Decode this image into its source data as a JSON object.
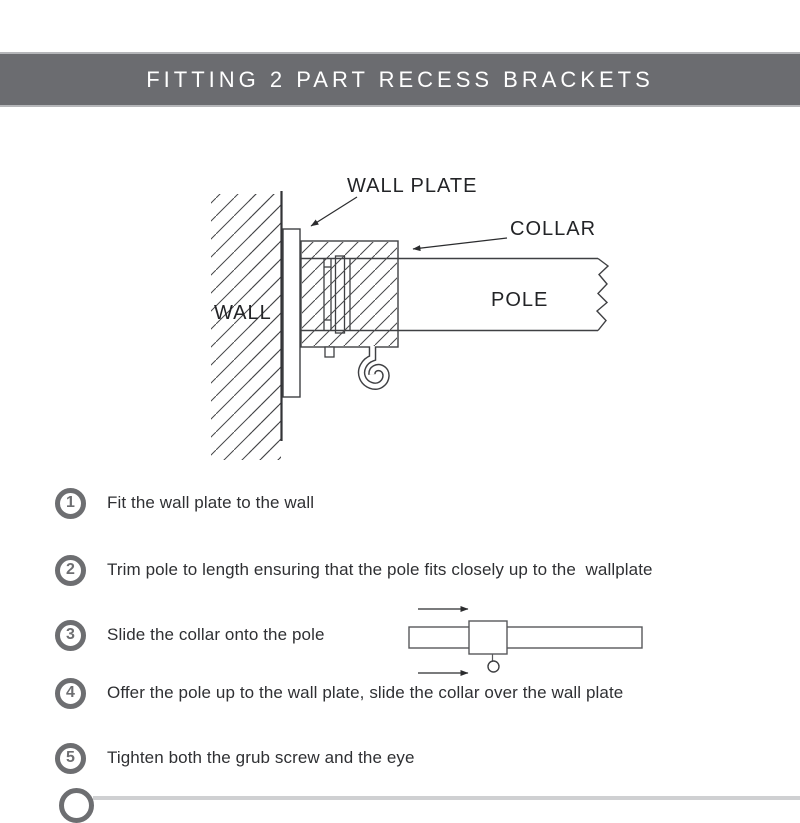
{
  "header": {
    "title": "FITTING 2 PART RECESS BRACKETS"
  },
  "diagram": {
    "labels": {
      "wall_plate": "WALL PLATE",
      "collar": "COLLAR",
      "wall": "WALL",
      "pole": "POLE"
    }
  },
  "steps": [
    {
      "number": "1",
      "text": "Fit the wall plate to the wall"
    },
    {
      "number": "2",
      "text": "Trim pole to length ensuring that the pole fits closely up to the  wallplate"
    },
    {
      "number": "3",
      "text": "Slide the collar onto the pole"
    },
    {
      "number": "4",
      "text": "Offer the pole up to the wall plate, slide the collar over the wall plate"
    },
    {
      "number": "5",
      "text": "Tighten both the grub screw and the eye"
    }
  ],
  "colors": {
    "header_bg": "#6b6c70",
    "header_edge": "#b5b6b9",
    "badge_gray": "#6d6e71",
    "line": "#3f4043",
    "text": "#2f3033"
  }
}
